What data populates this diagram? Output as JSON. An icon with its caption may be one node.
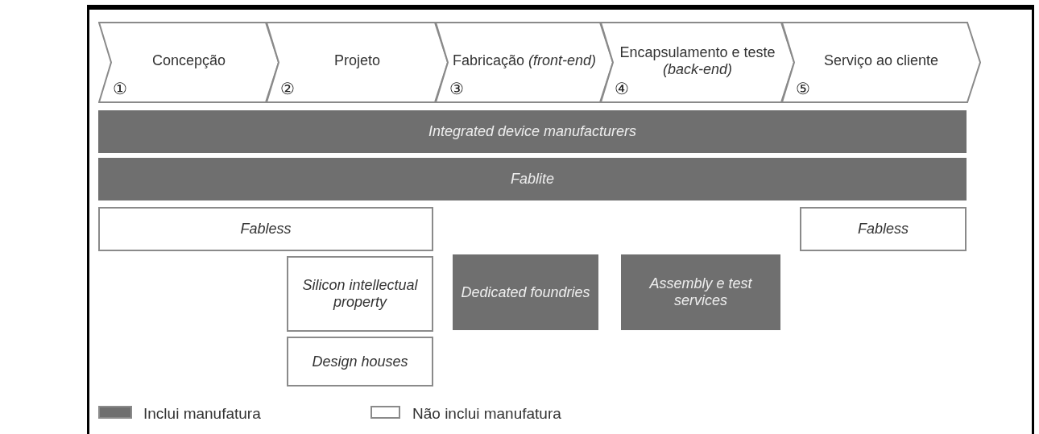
{
  "diagram": {
    "nodes": [
      {
        "text": [
          "Concepção",
          "①"
        ]
      },
      {
        "text": [
          "Projeto",
          "②"
        ]
      },
      {
        "text": [
          "Fabricação *(front-end)*",
          "③"
        ]
      },
      {
        "text": [
          "Encapsulamento e teste *(back-end)*",
          "④"
        ]
      },
      {
        "text": [
          "Serviço ao cliente",
          "⑤"
        ]
      },
      {
        "text": [
          "Integrated device manufacturers"
        ]
      },
      {
        "text": [
          "Fablite"
        ]
      },
      {
        "text": [
          "Fabless"
        ]
      },
      {
        "text": [
          "Fabless"
        ]
      },
      {
        "text": [
          "Silicon intellectual property"
        ]
      },
      {
        "text": [
          "Dedicated foundries"
        ]
      },
      {
        "text": [
          "Assembly e test services"
        ]
      },
      {
        "text": [
          "Design houses"
        ]
      }
    ],
    "legend": [
      {
        "text": "Inclui manufatura",
        "color": "#6f6f6f"
      },
      {
        "text": "Não inclui manufatura",
        "color": "#ffffff"
      }
    ]
  }
}
